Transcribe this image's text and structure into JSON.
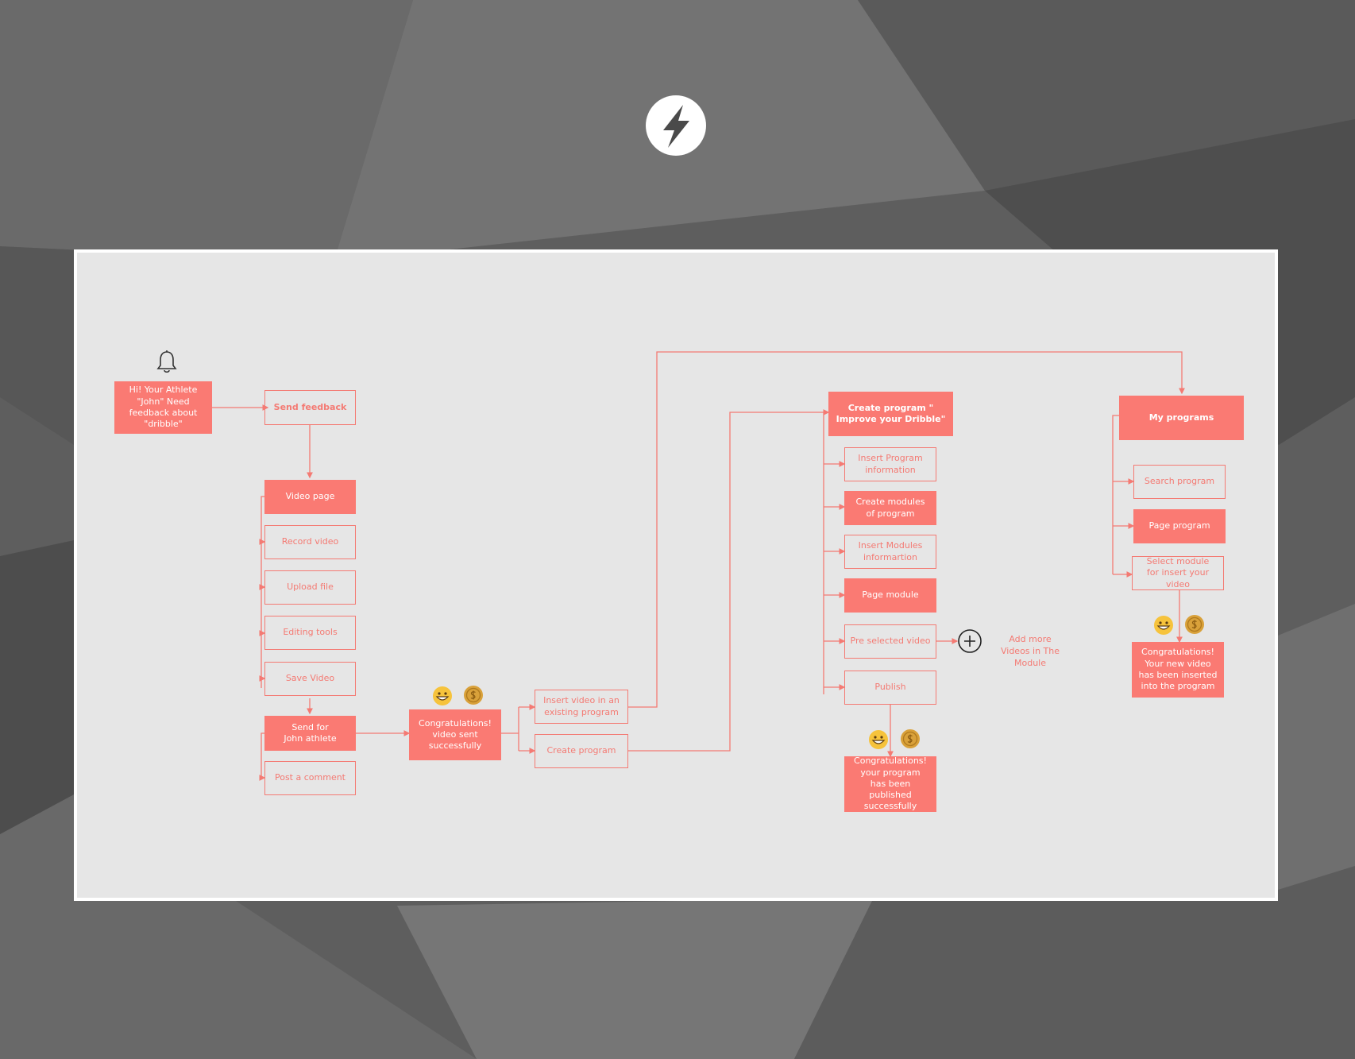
{
  "diagram": {
    "nodes": {
      "notification": "Hi! Your Athlete \"John\" Need feedback about \"dribble\"",
      "send_feedback": "Send feedback",
      "video_page": "Video page",
      "record_video": "Record video",
      "upload_file": "Upload file",
      "editing_tools": "Editing tools",
      "save_video": "Save Video",
      "send_for_john": "Send for John athlete",
      "post_comment": "Post a comment",
      "congrats_sent": "Congratulations! video sent successfully",
      "insert_existing": "Insert video in an existing program",
      "create_program": "Create program",
      "create_program_title": "Create program \" Improve your Dribble\"",
      "insert_program_info": "Insert Program information",
      "create_modules": "Create modules of program",
      "insert_modules_info": "Insert Modules informartion",
      "page_module": "Page module",
      "pre_selected": "Pre selected video",
      "publish": "Publish",
      "congrats_published": "Congratulations! your program has been published successfully",
      "add_more_videos": "Add more Videos in The Module",
      "my_programs": "My programs",
      "search_program": "Search program",
      "page_program": "Page program",
      "select_module": "Select module for insert your video",
      "congrats_inserted": "Congratulations! Your new video has been inserted into the program"
    },
    "colors": {
      "accent": "#fa7a73",
      "line": "#f47a73",
      "canvas": "#e6e6e6",
      "background": "#5e5e5e",
      "coin": "#d9a13a",
      "emoji": "#f6c33c"
    },
    "icons": [
      "lightning-logo-icon",
      "bell-icon",
      "plus-circle-icon",
      "grinning-emoji-icon",
      "coin-icon"
    ]
  }
}
